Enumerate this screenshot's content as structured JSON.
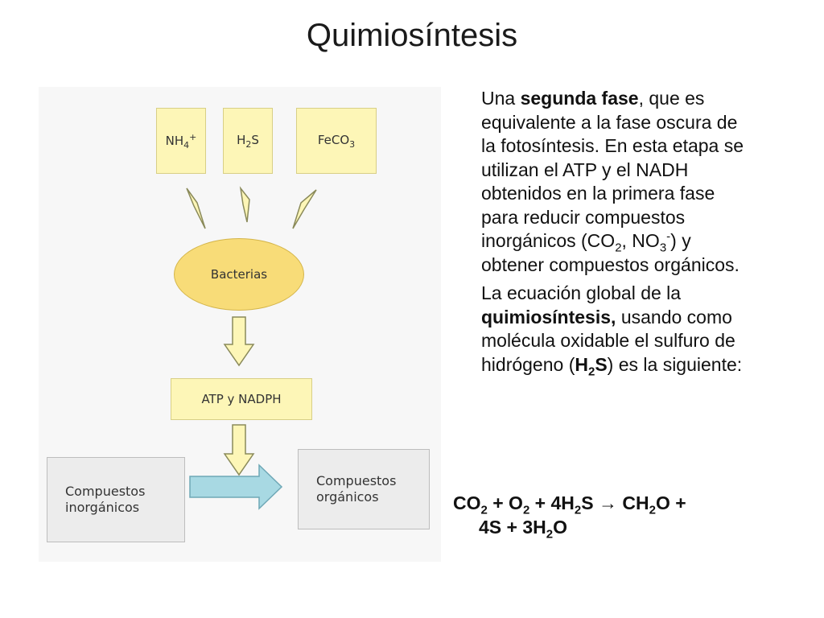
{
  "slide": {
    "title": "Quimiosíntesis"
  },
  "diagram": {
    "inputs": [
      "NH",
      "H",
      "FeCO"
    ],
    "bacteria": "Bacterias",
    "energy": "ATP y NADPH",
    "inorganic": [
      "Compuestos",
      "inorgánicos"
    ],
    "organic": [
      "Compuestos",
      "orgánicos"
    ]
  },
  "text": {
    "p1_intro": "Una ",
    "p1_bold": "segunda fase",
    "p1_rest": ", que es equivalente a la fase oscura de la fotosíntesis. En esta etapa se utilizan el ATP y el NADH obtenidos en la primera fase para reducir compuestos inorgánicos (CO",
    "p1_mid": ", NO",
    "p1_end": ") y obtener compuestos orgánicos.",
    "p2_intro": " La ecuación global de la ",
    "p2_bold": "quimiosíntesis,",
    "p2_rest": " usando como molécula oxidable el sulfuro de hidrógeno (",
    "p2_end": ") es la siguiente:"
  },
  "equation": {
    "line1": "CO2 + O2 + 4H2S → CH2O +",
    "line2": "4S + 3H2O"
  }
}
